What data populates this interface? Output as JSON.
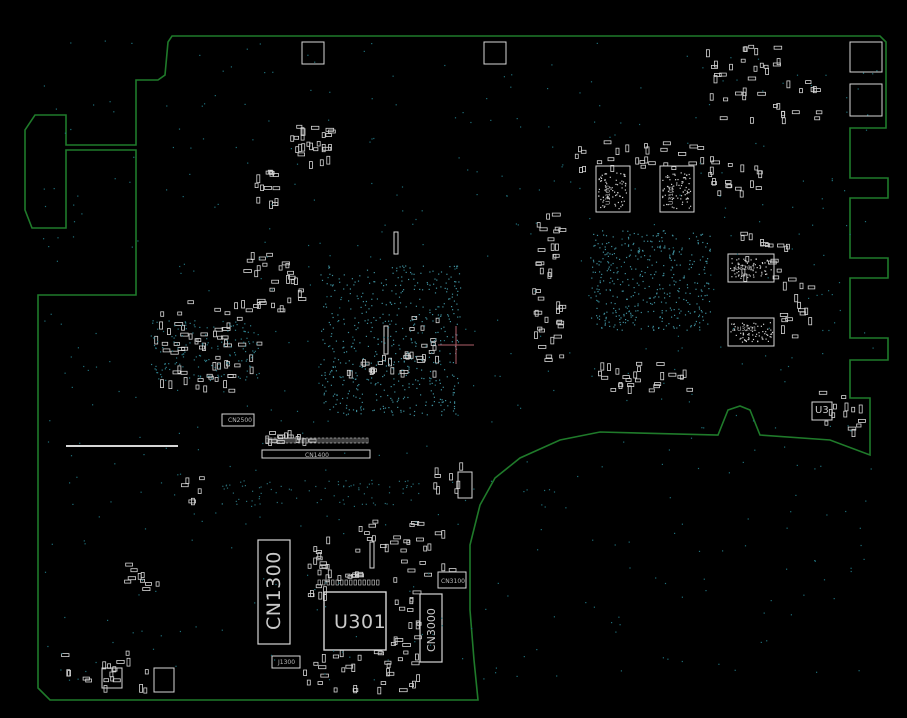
{
  "colors": {
    "background": "#000000",
    "outline": "#1f7a2a",
    "silkscreen": "#d6d6d6",
    "pad": "#3fa7b5",
    "crosshair": "#b0606a"
  },
  "labels": {
    "u301": "U301",
    "cn1300": "CN1300",
    "cn3000": "CN3000",
    "u3": "U3",
    "u3100": "U3100",
    "u3101": "U3101",
    "u3200": "U3200",
    "u3201": "U3201",
    "cn1400": "CN1400",
    "j1300": "J1300",
    "cn3100": "CN3100",
    "cn2500": "CN2500"
  },
  "icons": {
    "crosshair": "crosshair-icon"
  }
}
